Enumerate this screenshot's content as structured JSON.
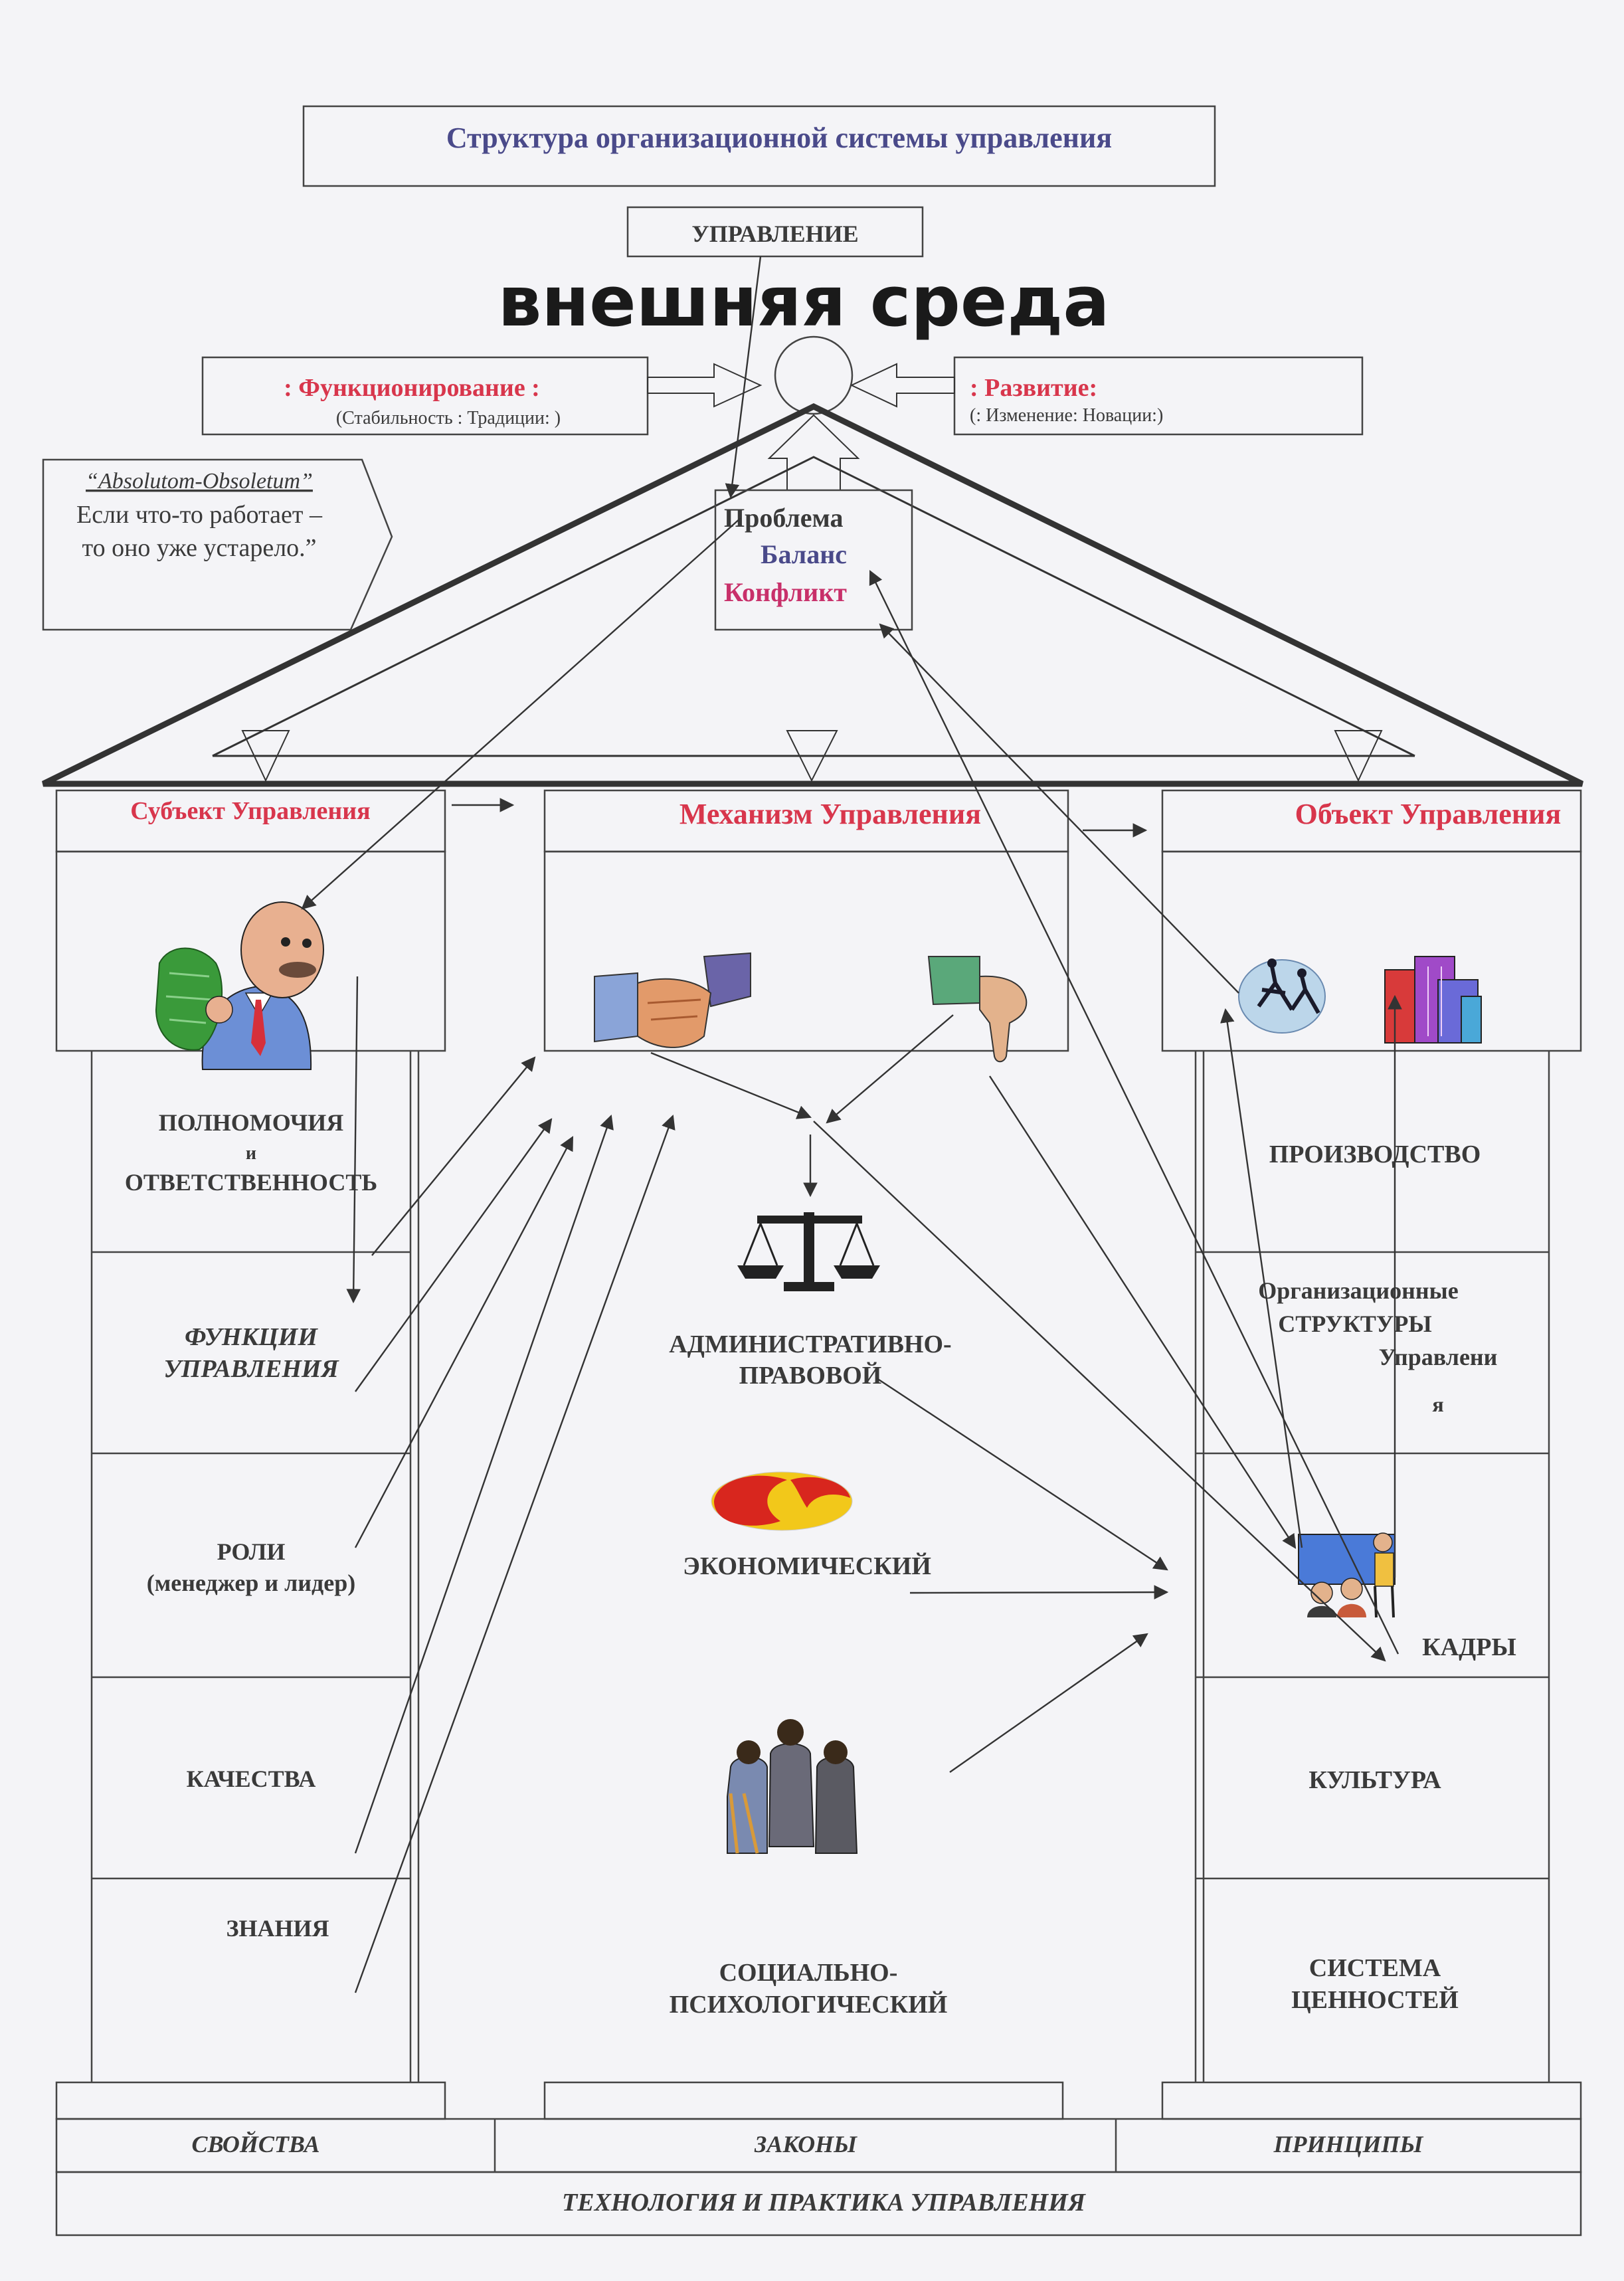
{
  "title": "Структура организационной системы   управления",
  "management": "УПРАВЛЕНИЕ",
  "environment": "внешняя среда",
  "functioning": {
    "label": ": Функционирование :",
    "sub": "(Стабильность  :  Традиции: )"
  },
  "development": {
    "label": ": Развитие:",
    "sub": "(: Изменение:  Новации:)"
  },
  "quote": {
    "title": "“Absolutom-Obsoletum”",
    "line1": "Если что-то работает –",
    "line2": "то оно уже устарело.”"
  },
  "center": {
    "problem": "Проблема",
    "balance": "Баланс",
    "conflict": "Конфликт"
  },
  "columns": {
    "subject": "Субъект Управления",
    "mechanism": "Механизм Управления",
    "object": "Объект Управления"
  },
  "left_items": {
    "powers_1": "ПОЛНОМОЧИЯ",
    "powers_2": "и",
    "powers_3": "ОТВЕТСТВЕННОСТЬ",
    "functions_1": "ФУНКЦИИ",
    "functions_2": "УПРАВЛЕНИЯ",
    "roles_1": "РОЛИ",
    "roles_2": "(менеджер и лидер)",
    "qualities": "КАЧЕСТВА",
    "knowledge": "ЗНАНИЯ"
  },
  "middle_items": {
    "admin_1": "АДМИНИСТРАТИВНО-",
    "admin_2": "ПРАВОВОЙ",
    "economic": "ЭКОНОМИЧЕСКИЙ",
    "social_1": "СОЦИАЛЬНО-",
    "social_2": "ПСИХОЛОГИЧЕСКИЙ"
  },
  "right_items": {
    "production": "ПРОИЗВОДСТВО",
    "org_1": "Организационные",
    "org_2": "СТРУКТУРЫ",
    "org_3": "Управлени",
    "org_4": "я",
    "staff": "КАДРЫ",
    "culture": "КУЛЬТУРА",
    "values_1": "СИСТЕМА",
    "values_2": "ЦЕННОСТЕЙ"
  },
  "base": {
    "properties": "СВОЙСТВА",
    "laws": "ЗАКОНЫ",
    "principles": "ПРИНЦИПЫ",
    "technology": "ТЕХНОЛОГИЯ И ПРАКТИКА УПРАВЛЕНИЯ"
  }
}
